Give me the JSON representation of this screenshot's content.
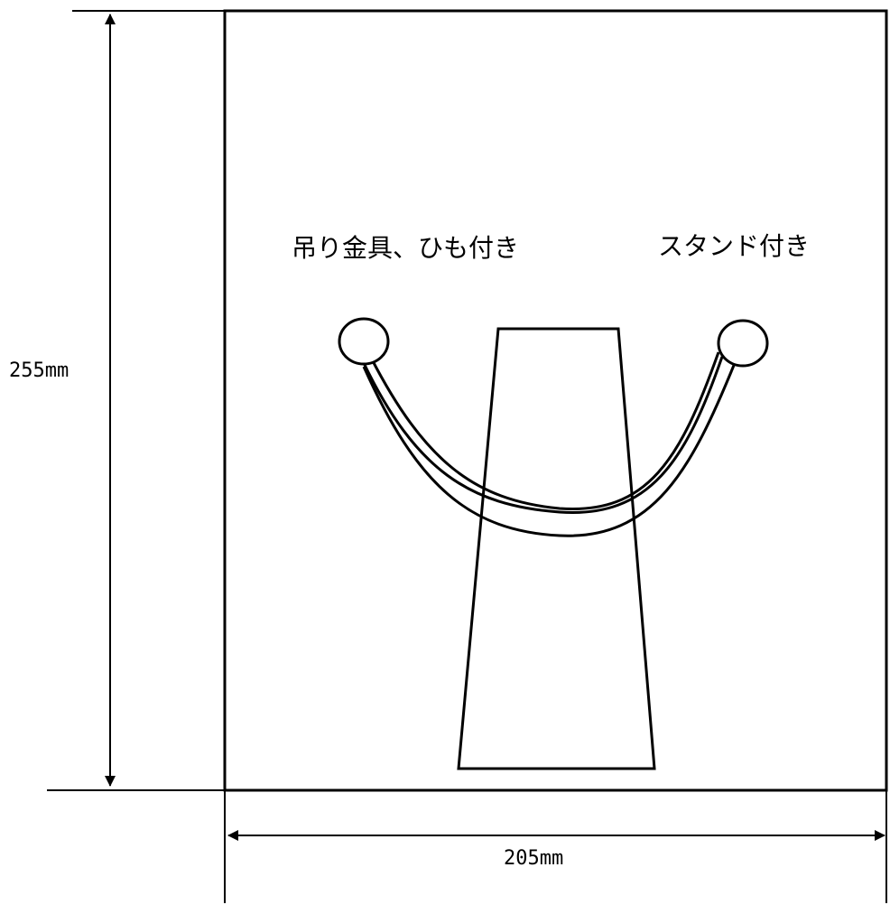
{
  "labels": {
    "hanging": "吊り金具、ひも付き",
    "stand": "スタンド付き"
  },
  "dimensions": {
    "height": "255mm",
    "width": "205mm"
  },
  "colors": {
    "stroke": "#000000",
    "background": "#ffffff"
  }
}
